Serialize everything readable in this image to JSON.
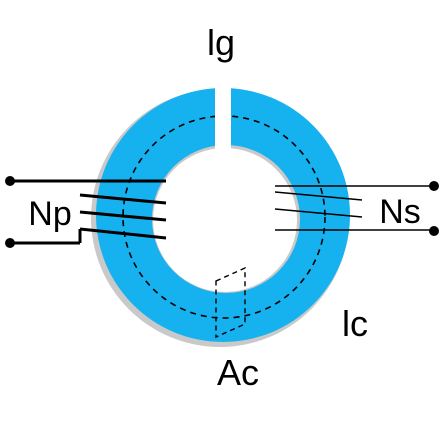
{
  "labels": {
    "gap": "lg",
    "primary_turns": "Np",
    "secondary_turns": "Ns",
    "core_length": "lc",
    "core_area": "Ac"
  },
  "colors": {
    "core_fill": "#16b1ef",
    "core_edge": "#c9c9c9",
    "wire": "#000000",
    "background": "#ffffff"
  }
}
